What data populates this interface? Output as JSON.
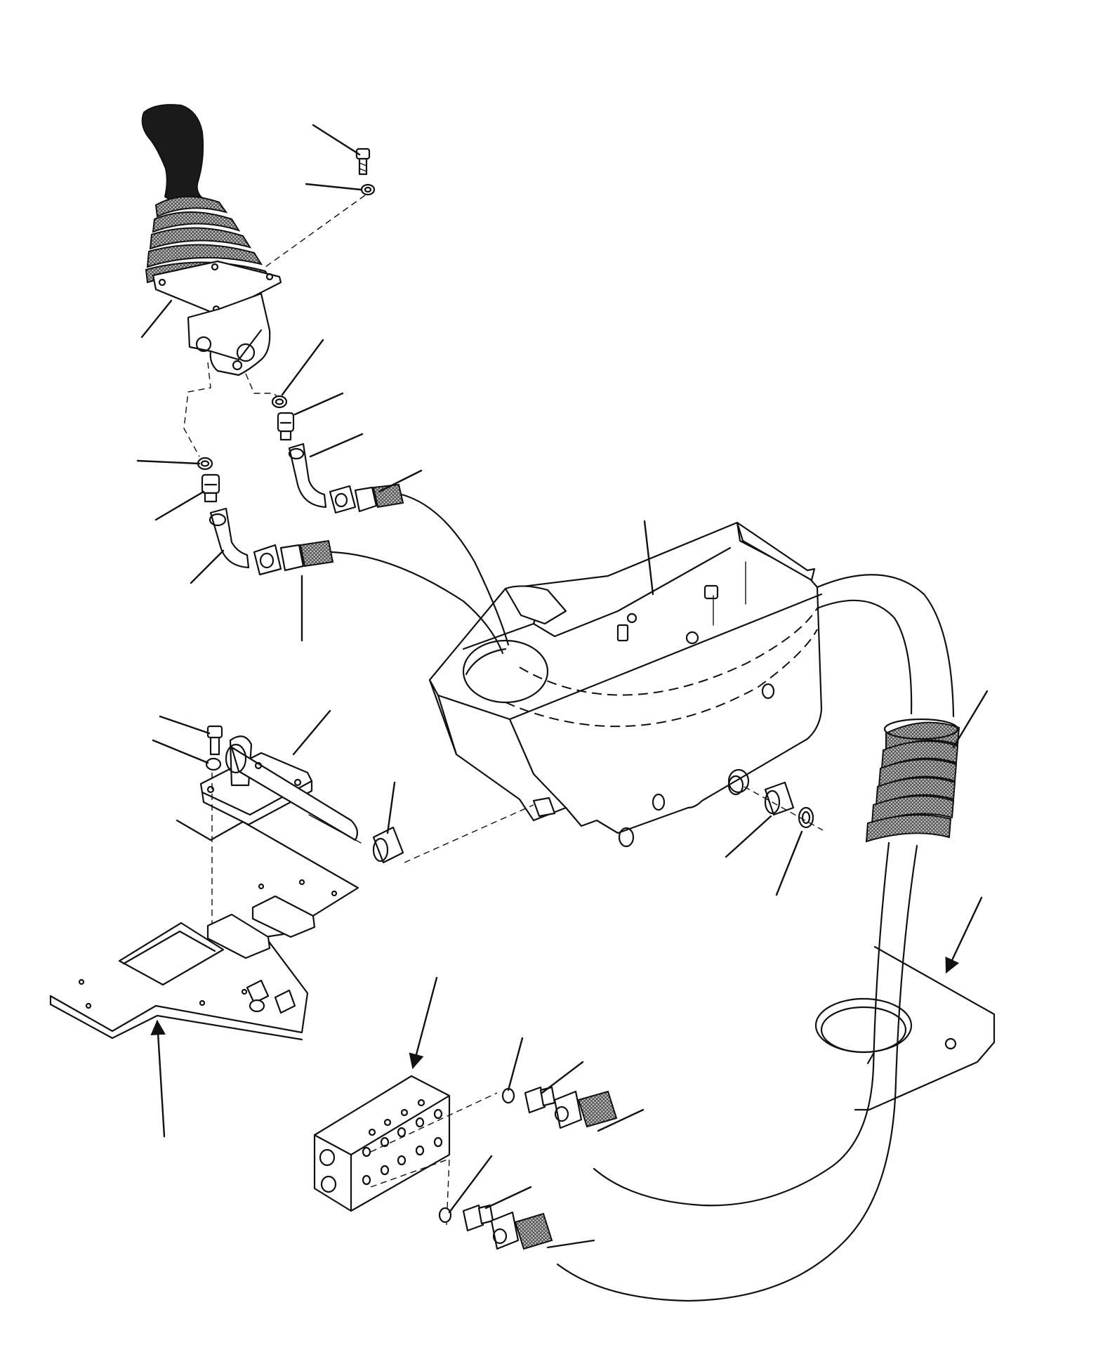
{
  "diagram": {
    "parts": [
      {
        "id": "joystick",
        "icon": "joystick-handle-icon"
      },
      {
        "id": "rubber-boot",
        "icon": "boot-icon"
      },
      {
        "id": "mounting-screw",
        "icon": "screw-icon"
      },
      {
        "id": "washer",
        "icon": "washer-icon"
      },
      {
        "id": "o-ring",
        "icon": "o-ring-icon"
      },
      {
        "id": "straight-adapter",
        "icon": "adapter-icon"
      },
      {
        "id": "elbow-fitting",
        "icon": "elbow-icon"
      },
      {
        "id": "hydraulic-hose",
        "icon": "hose-icon"
      },
      {
        "id": "console-housing",
        "icon": "console-icon"
      },
      {
        "id": "pivot-shaft-bracket",
        "icon": "bracket-icon"
      },
      {
        "id": "bushing",
        "icon": "bushing-icon"
      },
      {
        "id": "mounting-plate",
        "icon": "plate-icon"
      },
      {
        "id": "manifold-block",
        "icon": "manifold-icon"
      },
      {
        "id": "spiral-hose-guard",
        "icon": "spiral-guard-icon"
      },
      {
        "id": "floor-plate",
        "icon": "floor-plate-icon"
      }
    ],
    "colors": {
      "ink": "#111111",
      "background": "#ffffff"
    }
  }
}
